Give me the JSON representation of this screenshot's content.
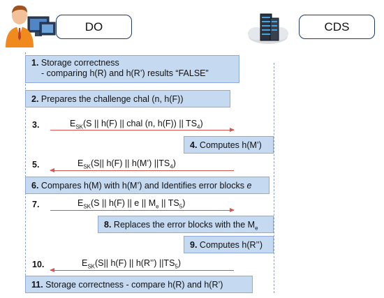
{
  "actors": {
    "do_label": "DO",
    "cds_label": "CDS",
    "do_icon": "user-at-computer-icon",
    "cds_icon": "cloud-server-icon"
  },
  "steps": [
    {
      "n": "1.",
      "line1": "Storage correctness",
      "line2": "- comparing h(R) and h(R’) results “FALSE”"
    },
    {
      "n": "2.",
      "text": "Prepares the challenge chal (n, h(F))"
    },
    {
      "n": "3."
    },
    {
      "n": "4.",
      "text": "Computes h(M’)"
    },
    {
      "n": "5."
    },
    {
      "n": "6.",
      "text": "Compares h(M) with h(M’) and Identifies error blocks",
      "italic": "e"
    },
    {
      "n": "7."
    },
    {
      "n": "8.",
      "text": "Replaces the error blocks with the M",
      "sub": "e"
    },
    {
      "n": "9.",
      "text": "Computes h(R’’)"
    },
    {
      "n": "10."
    },
    {
      "n": "11.",
      "text": "Storage correctness - compare h(R) and h(R’)"
    }
  ],
  "messages": {
    "m3": {
      "e": "E",
      "sk": "SK",
      "body": "(S || h(F) || chal (n, h(F)) || TS",
      "ts": "4",
      "end": ")"
    },
    "m5": {
      "e": "E",
      "sk": "SK",
      "body": "(S|| h(F) || h(M’) ||TS",
      "ts": "4",
      "end": ")"
    },
    "m7": {
      "e": "E",
      "sk": "SK",
      "body": "(S || h(F) || e || M",
      "me": "e",
      "body2": " || TS",
      "ts": "5",
      "end": ")"
    },
    "m10": {
      "e": "E",
      "sk": "SK",
      "body": "(S|| h(F) || h(R’’) ||TS",
      "ts": "5",
      "end": ")"
    }
  }
}
